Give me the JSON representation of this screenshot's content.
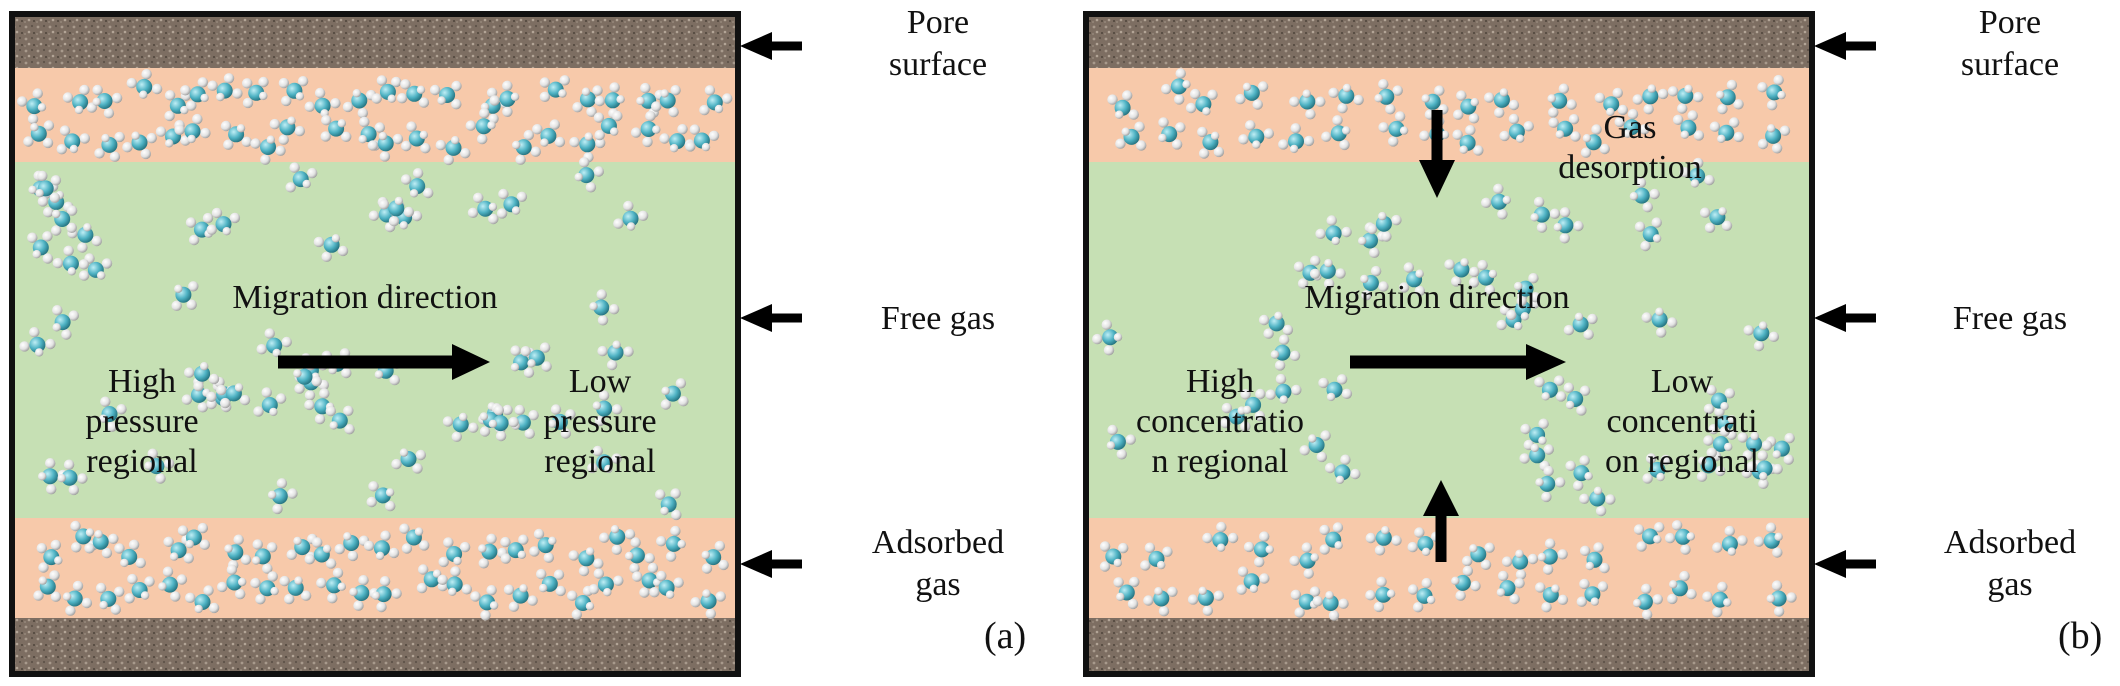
{
  "panels": [
    {
      "id": "a",
      "tag": "(a)",
      "migration_label": "Migration direction",
      "left_region": [
        "High",
        "pressure",
        "regional"
      ],
      "right_region": [
        "Low",
        "pressure",
        "regional"
      ]
    },
    {
      "id": "b",
      "tag": "(b)",
      "migration_label": "Migration direction",
      "desorption_label": [
        "Gas",
        "desorption"
      ],
      "left_region": [
        "High",
        "concentratio",
        "n regional"
      ],
      "right_region": [
        "Low",
        "concentrati",
        "on regional"
      ]
    }
  ],
  "side_labels": {
    "pore_surface": [
      "Pore",
      "surface"
    ],
    "free_gas": [
      "Free gas"
    ],
    "adsorbed_gas": [
      "Adsorbed",
      "gas"
    ]
  },
  "colors": {
    "rock": "#7d6e62",
    "adsorbed_layer": "#f7c9aa",
    "free_gas_zone": "#c6e0b4",
    "molecule_carbon": "#4fb3c4",
    "molecule_hydrogen": "#e8e8e8",
    "frame": "#111111"
  }
}
